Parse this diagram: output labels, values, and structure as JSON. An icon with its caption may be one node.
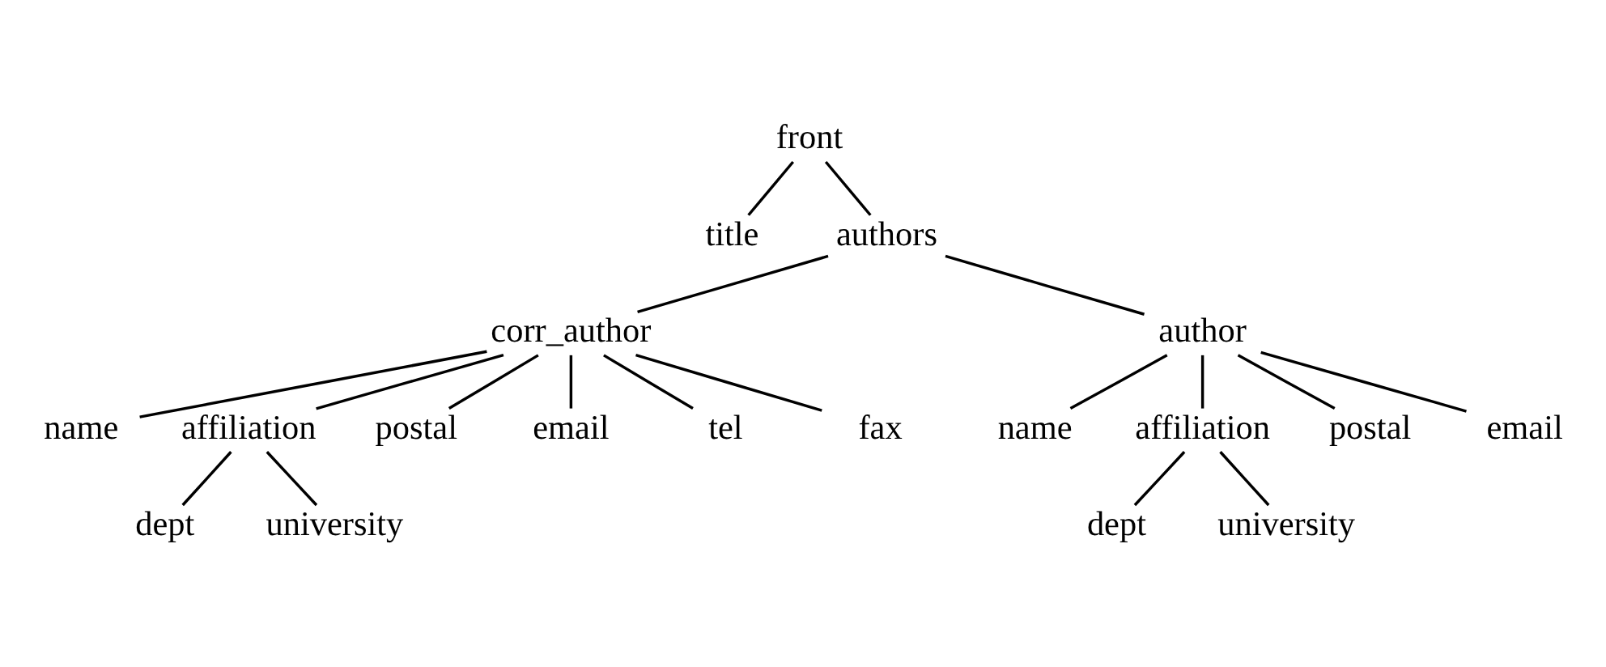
{
  "diagram": {
    "nodes": [
      {
        "text": [
          "front"
        ]
      },
      {
        "text": [
          "title"
        ]
      },
      {
        "text": [
          "authors"
        ]
      },
      {
        "text": [
          "corr_author"
        ]
      },
      {
        "text": [
          "author"
        ]
      },
      {
        "text": [
          "name"
        ]
      },
      {
        "text": [
          "affiliation"
        ]
      },
      {
        "text": [
          "postal"
        ]
      },
      {
        "text": [
          "email"
        ]
      },
      {
        "text": [
          "tel"
        ]
      },
      {
        "text": [
          "fax"
        ]
      },
      {
        "text": [
          "name"
        ]
      },
      {
        "text": [
          "affiliation"
        ]
      },
      {
        "text": [
          "postal"
        ]
      },
      {
        "text": [
          "email"
        ]
      },
      {
        "text": [
          "dept"
        ]
      },
      {
        "text": [
          "university"
        ]
      },
      {
        "text": [
          "dept"
        ]
      },
      {
        "text": [
          "university"
        ]
      }
    ],
    "edges": [
      {
        "from": 0,
        "to": 1,
        "arrow": "none"
      },
      {
        "from": 0,
        "to": 2,
        "arrow": "none"
      },
      {
        "from": 2,
        "to": 3,
        "arrow": "none"
      },
      {
        "from": 2,
        "to": 4,
        "arrow": "none"
      },
      {
        "from": 3,
        "to": 5,
        "arrow": "none"
      },
      {
        "from": 3,
        "to": 6,
        "arrow": "none"
      },
      {
        "from": 3,
        "to": 7,
        "arrow": "none"
      },
      {
        "from": 3,
        "to": 8,
        "arrow": "none"
      },
      {
        "from": 3,
        "to": 9,
        "arrow": "none"
      },
      {
        "from": 3,
        "to": 10,
        "arrow": "none"
      },
      {
        "from": 4,
        "to": 11,
        "arrow": "none"
      },
      {
        "from": 4,
        "to": 12,
        "arrow": "none"
      },
      {
        "from": 4,
        "to": 13,
        "arrow": "none"
      },
      {
        "from": 4,
        "to": 14,
        "arrow": "none"
      },
      {
        "from": 6,
        "to": 15,
        "arrow": "none"
      },
      {
        "from": 6,
        "to": 16,
        "arrow": "none"
      },
      {
        "from": 12,
        "to": 17,
        "arrow": "none"
      },
      {
        "from": 12,
        "to": 18,
        "arrow": "none"
      }
    ]
  }
}
